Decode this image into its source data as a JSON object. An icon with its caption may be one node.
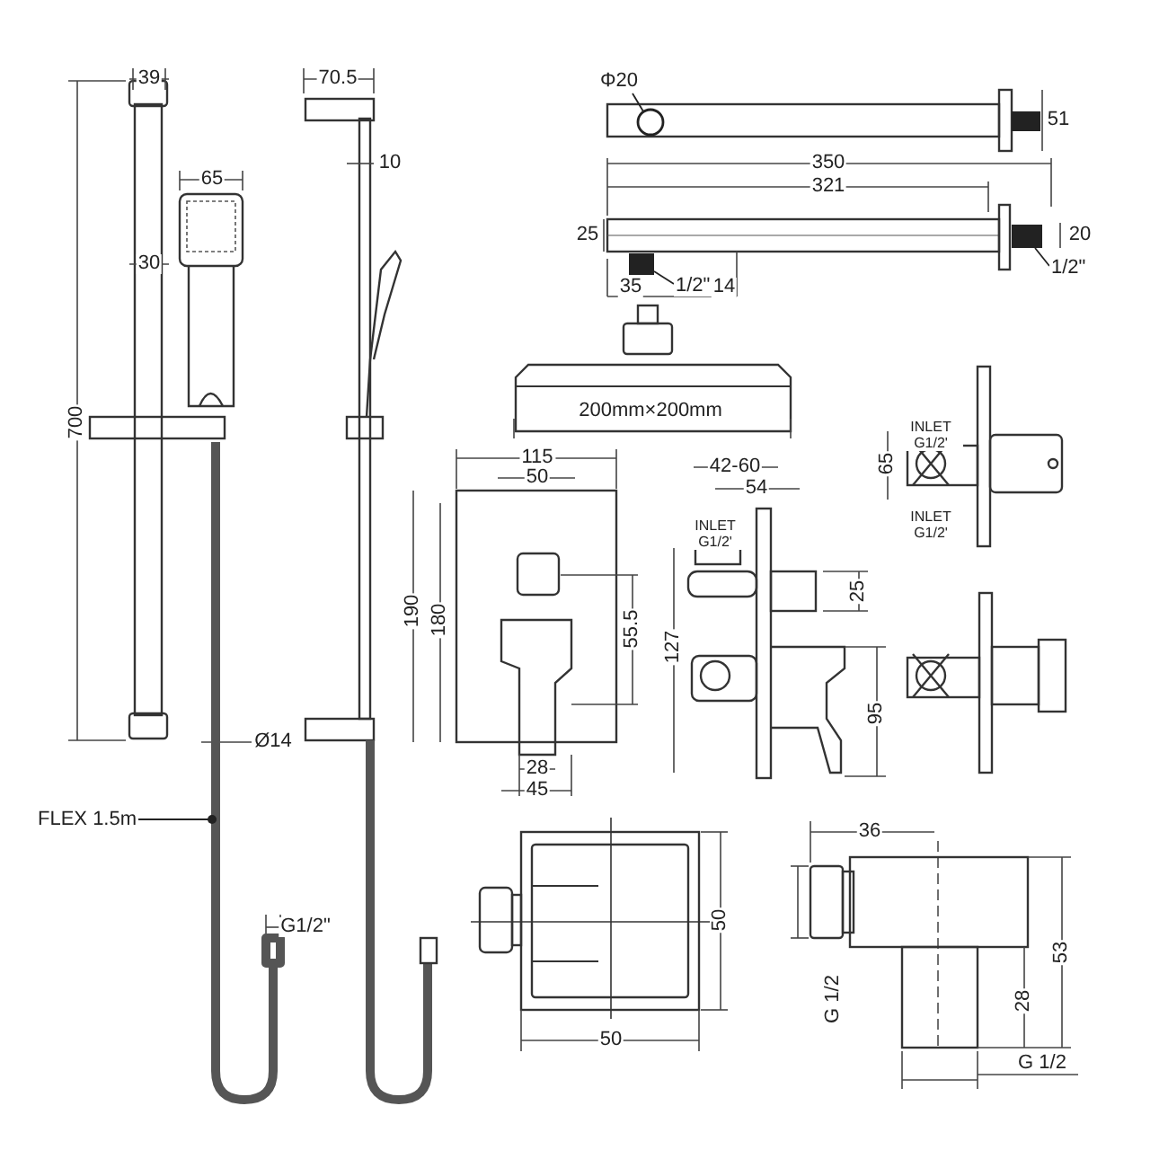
{
  "diagram": {
    "nodes": [
      {
        "text": [
          "FLEX 1.5m"
        ]
      },
      {
        "text": [],
        "shape": "picture"
      },
      {
        "text": [
          "Φ20"
        ]
      },
      {
        "text": [],
        "shape": "circle"
      },
      {
        "text": [
          "1/2\""
        ]
      },
      {
        "text": [],
        "shape": "box"
      },
      {
        "text": [
          "1/2\""
        ]
      },
      {
        "text": [],
        "shape": "box"
      }
    ],
    "edges": [
      {
        "from": 0,
        "to": 1,
        "arrow": "other"
      },
      {
        "from": 2,
        "to": 3,
        "arrow": "none"
      },
      {
        "from": 4,
        "to": 5,
        "arrow": "none"
      },
      {
        "from": 6,
        "to": 7,
        "arrow": "none"
      }
    ],
    "labels": [
      "39",
      "70.5",
      "10",
      "65",
      "30",
      "700",
      "Ø14",
      "G1/2\"",
      "51",
      "350",
      "321",
      "25",
      "20",
      "35",
      "14",
      "200mm×200mm",
      "115",
      "50",
      "190",
      "180",
      "55.5",
      "28",
      "45",
      "42-60",
      "54",
      "INLET G1/2'",
      "127",
      "25",
      "95",
      "INLET G1/2'",
      "65",
      "INLET G1/2'",
      "50",
      "50",
      "36",
      "G 1/2",
      "28",
      "53",
      "G 1/2"
    ]
  }
}
